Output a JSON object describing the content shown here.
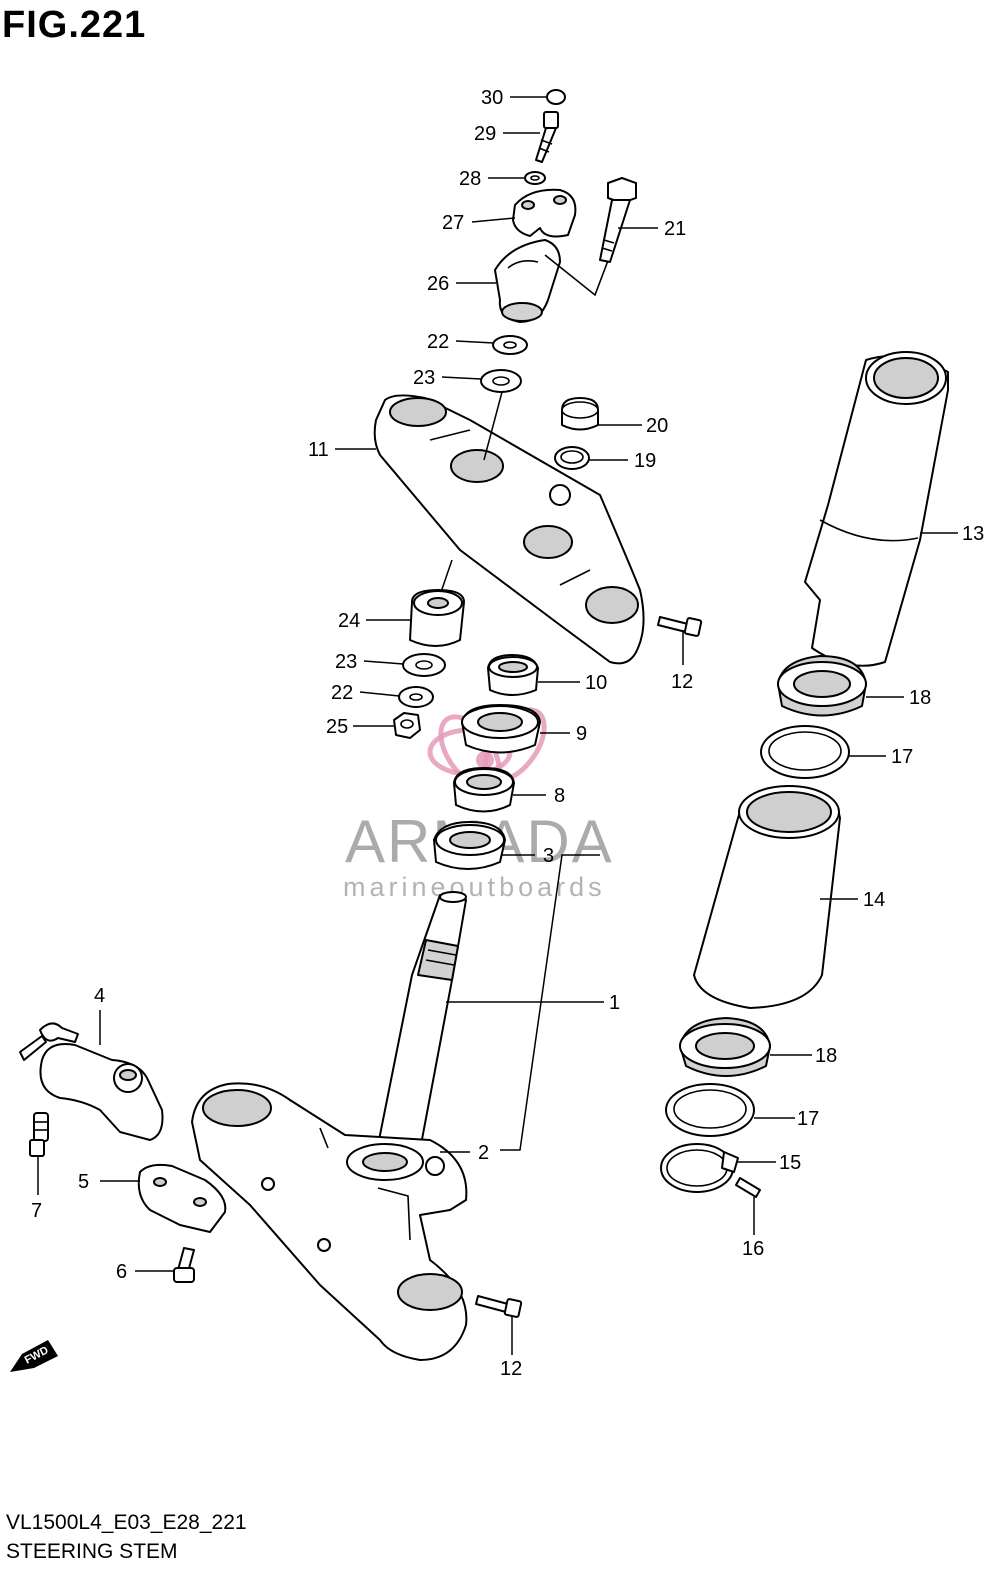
{
  "figure": {
    "title": "FIG.221",
    "code": "VL1500L4_E03_E28_221",
    "name": "STEERING STEM"
  },
  "watermark": {
    "brand": "ARMADA",
    "tagline": "marineoutboards",
    "logo_color": "#e59ab8"
  },
  "fwd_arrow": {
    "label": "FWD"
  },
  "callouts": {
    "c30": "30",
    "c29": "29",
    "c28": "28",
    "c27": "27",
    "c26": "26",
    "c21": "21",
    "c22a": "22",
    "c23a": "23",
    "c20": "20",
    "c19": "19",
    "c11": "11",
    "c13": "13",
    "c24": "24",
    "c12a": "12",
    "c23b": "23",
    "c10": "10",
    "c22b": "22",
    "c18a": "18",
    "c9": "9",
    "c25": "25",
    "c17a": "17",
    "c8": "8",
    "c3": "3",
    "c14": "14",
    "c1": "1",
    "c4": "4",
    "c18b": "18",
    "c17b": "17",
    "c2": "2",
    "c15": "15",
    "c7": "7",
    "c5": "5",
    "c16": "16",
    "c6": "6",
    "c12b": "12"
  }
}
